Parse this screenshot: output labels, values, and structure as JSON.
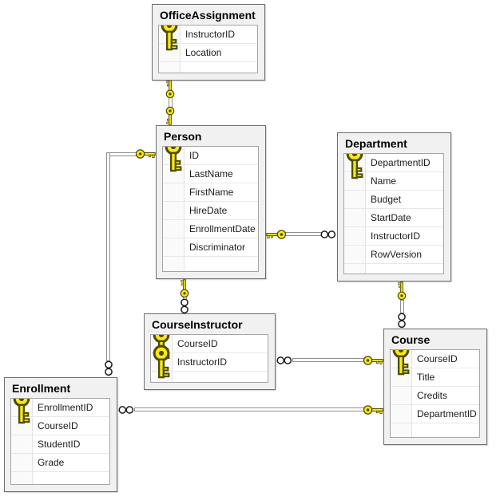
{
  "diagram": {
    "tables": [
      {
        "id": "office_assignment",
        "title": "OfficeAssignment",
        "columns": [
          {
            "name": "InstructorID",
            "key": true
          },
          {
            "name": "Location",
            "key": false
          }
        ]
      },
      {
        "id": "person",
        "title": "Person",
        "columns": [
          {
            "name": "ID",
            "key": true
          },
          {
            "name": "LastName",
            "key": false
          },
          {
            "name": "FirstName",
            "key": false
          },
          {
            "name": "HireDate",
            "key": false
          },
          {
            "name": "EnrollmentDate",
            "key": false
          },
          {
            "name": "Discriminator",
            "key": false
          }
        ]
      },
      {
        "id": "department",
        "title": "Department",
        "columns": [
          {
            "name": "DepartmentID",
            "key": true
          },
          {
            "name": "Name",
            "key": false
          },
          {
            "name": "Budget",
            "key": false
          },
          {
            "name": "StartDate",
            "key": false
          },
          {
            "name": "InstructorID",
            "key": false
          },
          {
            "name": "RowVersion",
            "key": false
          }
        ]
      },
      {
        "id": "course_instructor",
        "title": "CourseInstructor",
        "columns": [
          {
            "name": "CourseID",
            "key": true
          },
          {
            "name": "InstructorID",
            "key": true
          }
        ]
      },
      {
        "id": "course",
        "title": "Course",
        "columns": [
          {
            "name": "CourseID",
            "key": true
          },
          {
            "name": "Title",
            "key": false
          },
          {
            "name": "Credits",
            "key": false
          },
          {
            "name": "DepartmentID",
            "key": false
          }
        ]
      },
      {
        "id": "enrollment",
        "title": "Enrollment",
        "columns": [
          {
            "name": "EnrollmentID",
            "key": true
          },
          {
            "name": "CourseID",
            "key": false
          },
          {
            "name": "StudentID",
            "key": false
          },
          {
            "name": "Grade",
            "key": false
          }
        ]
      }
    ],
    "relationships": [
      {
        "from": "OfficeAssignment",
        "to": "Person",
        "type": "one-to-one",
        "from_end": "key-icon",
        "to_end": "key-icon"
      },
      {
        "from": "Person",
        "to": "Department",
        "type": "one-to-many",
        "from_end": "key-icon",
        "to_end": "infinity-icon"
      },
      {
        "from": "Person",
        "to": "CourseInstructor",
        "type": "one-to-many",
        "from_end": "key-icon",
        "to_end": "infinity-icon"
      },
      {
        "from": "Person",
        "to": "Enrollment",
        "type": "one-to-many",
        "from_end": "key-icon",
        "to_end": "infinity-icon"
      },
      {
        "from": "Department",
        "to": "Course",
        "type": "one-to-many",
        "from_end": "key-icon",
        "to_end": "infinity-icon"
      },
      {
        "from": "Course",
        "to": "CourseInstructor",
        "type": "one-to-many",
        "from_end": "key-icon",
        "to_end": "infinity-icon"
      },
      {
        "from": "Course",
        "to": "Enrollment",
        "type": "one-to-many",
        "from_end": "key-icon",
        "to_end": "infinity-icon"
      }
    ],
    "colors": {
      "canvas_bg": "#ffffff",
      "table_bg": "#f1f1f1",
      "table_border": "#6e6e6e",
      "grid_border": "#a5a5a5",
      "row_text": "#1b1b1b",
      "primary_key_yellow": "#ffe81a",
      "connector_gray": "#8e8e8e"
    }
  }
}
